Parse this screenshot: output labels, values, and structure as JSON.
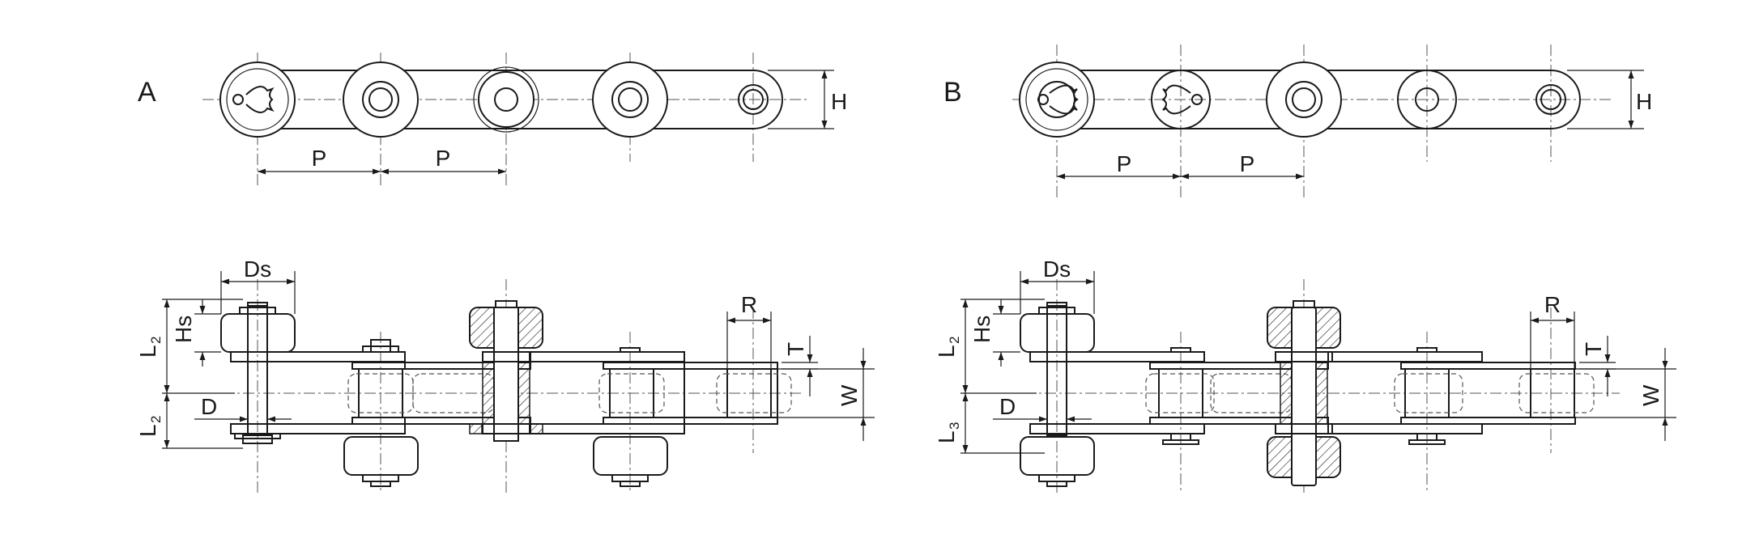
{
  "views": {
    "a": {
      "tag": "A",
      "pitch_1": "P",
      "pitch_2": "P",
      "height": "H",
      "roller_dia": "Ds",
      "roller_height": "Hs",
      "pin_dia": "D",
      "l_upper": "L",
      "l_upper_sub": "2",
      "l_lower": "L",
      "l_lower_sub": "2",
      "plate_r": "R",
      "plate_t": "T",
      "width": "W"
    },
    "b": {
      "tag": "B",
      "pitch_1": "P",
      "pitch_2": "P",
      "height": "H",
      "roller_dia": "Ds",
      "roller_height": "Hs",
      "pin_dia": "D",
      "l_upper": "L",
      "l_upper_sub": "2",
      "l_lower": "L",
      "l_lower_sub": "3",
      "plate_r": "R",
      "plate_t": "T",
      "width": "W"
    }
  }
}
